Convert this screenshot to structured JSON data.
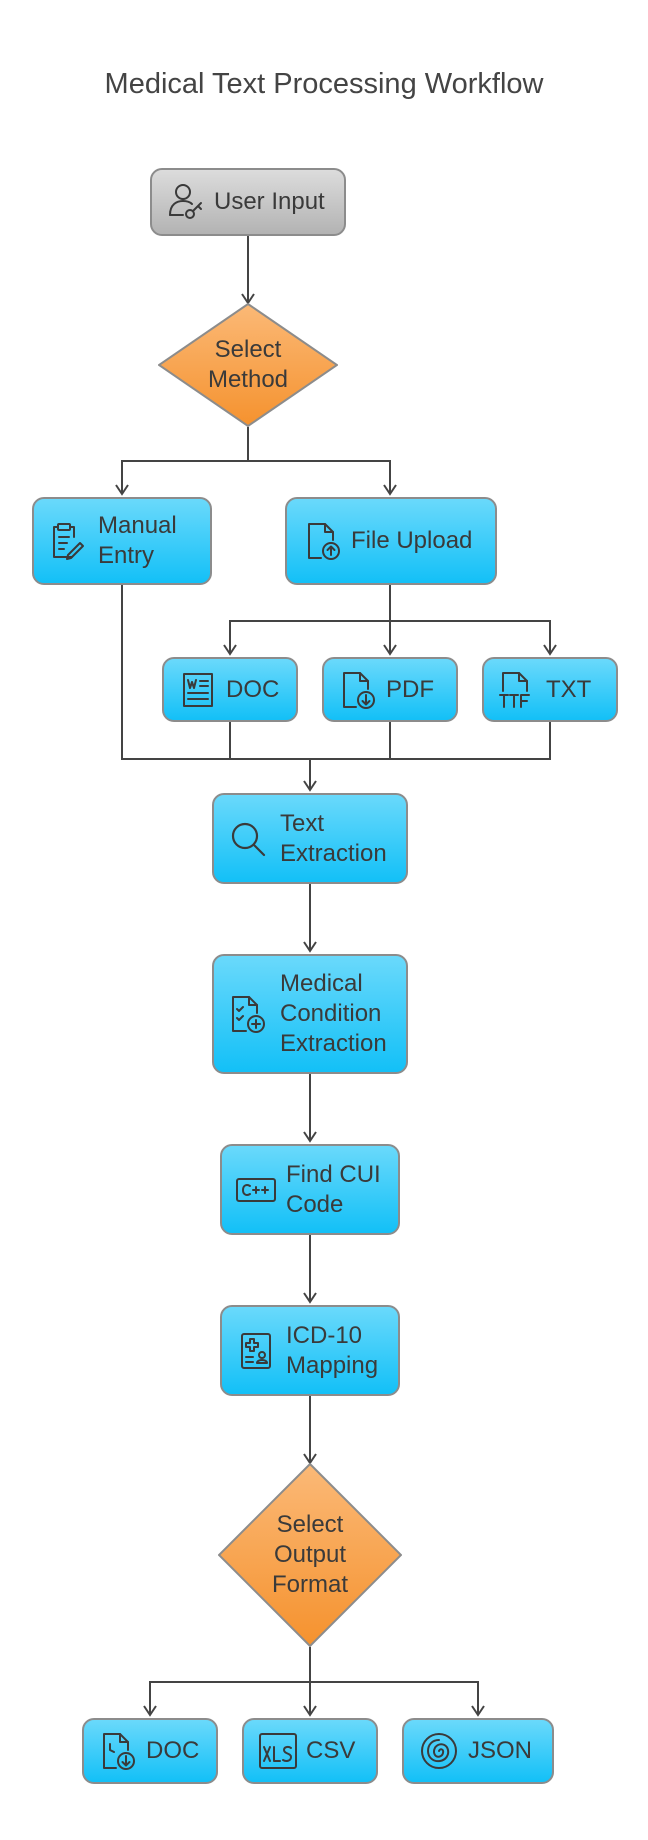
{
  "title": "Medical Text Processing Workflow",
  "colors": {
    "process_fill": "#1ec4f7",
    "decision_fill": "#f8a04a",
    "start_fill": "#c4c4c4",
    "border": "#8c8c8c",
    "line": "#444444"
  },
  "nodes": {
    "user_input": {
      "label": "User Input",
      "icon": "user-icon"
    },
    "select_method": {
      "label": "Select\nMethod"
    },
    "manual_entry": {
      "label": "Manual\nEntry",
      "icon": "clipboard-edit-icon"
    },
    "file_upload": {
      "label": "File Upload",
      "icon": "file-upload-icon"
    },
    "doc_input": {
      "label": "DOC",
      "icon": "document-icon"
    },
    "pdf_input": {
      "label": "PDF",
      "icon": "file-download-icon"
    },
    "txt_input": {
      "label": "TXT",
      "icon": "ttf-file-icon"
    },
    "text_extraction": {
      "label": "Text\nExtraction",
      "icon": "search-icon"
    },
    "medical_condition": {
      "label": "Medical\nCondition\nExtraction",
      "icon": "medical-checklist-icon"
    },
    "find_cui": {
      "label": "Find CUI\nCode",
      "icon": "code-icon"
    },
    "icd_mapping": {
      "label": "ICD-10\nMapping",
      "icon": "medical-id-icon"
    },
    "select_output": {
      "label": "Select\nOutput\nFormat"
    },
    "doc_output": {
      "label": "DOC",
      "icon": "clock-download-icon"
    },
    "csv_output": {
      "label": "CSV",
      "icon": "xls-file-icon"
    },
    "json_output": {
      "label": "JSON",
      "icon": "spiral-icon"
    }
  }
}
